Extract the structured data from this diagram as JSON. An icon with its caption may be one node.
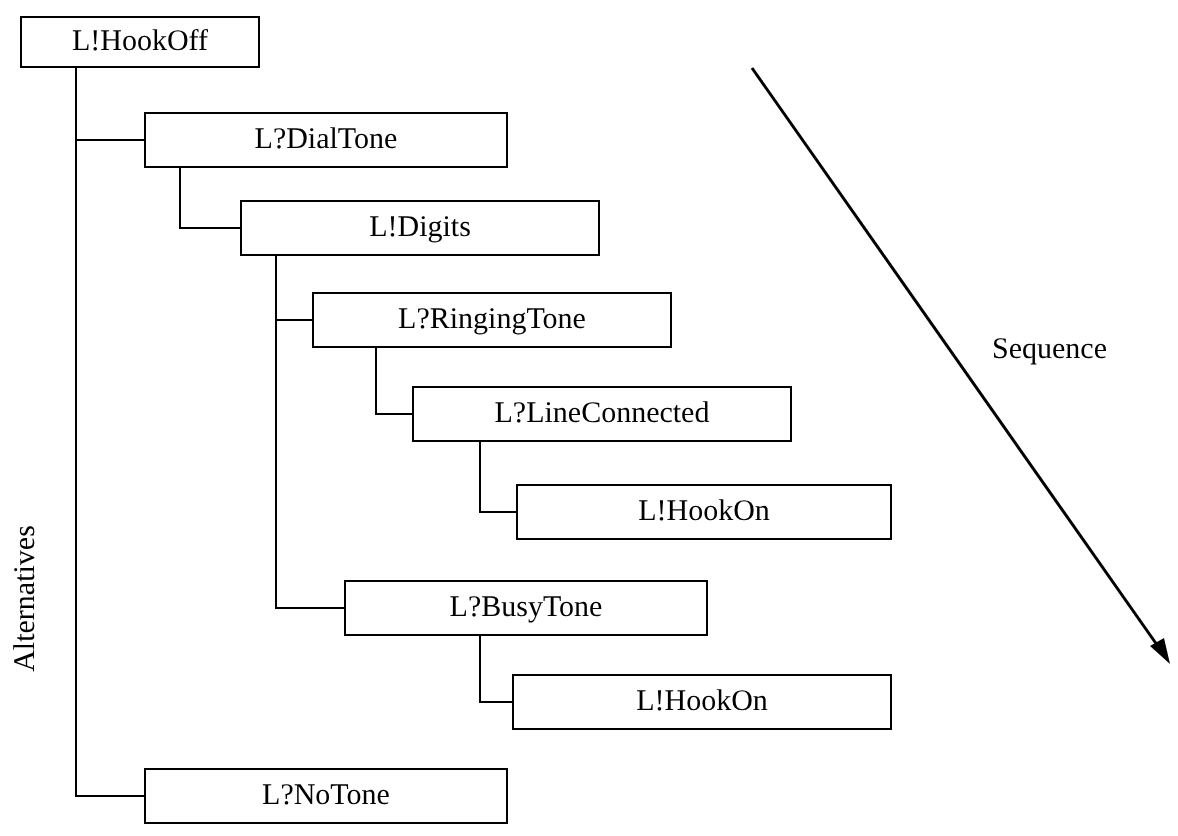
{
  "diagram": {
    "nodes": [
      {
        "text": [
          "L!HookOff"
        ]
      },
      {
        "text": [
          "L?DialTone"
        ]
      },
      {
        "text": [
          "L!Digits"
        ]
      },
      {
        "text": [
          "L?RingingTone"
        ]
      },
      {
        "text": [
          "L?LineConnected"
        ]
      },
      {
        "text": [
          "L!HookOn"
        ]
      },
      {
        "text": [
          "L?BusyTone"
        ]
      },
      {
        "text": [
          "L!HookOn"
        ]
      },
      {
        "text": [
          "L?NoTone"
        ]
      }
    ],
    "edges": [
      {
        "from": 0,
        "to": 1,
        "arrow": "none"
      },
      {
        "from": 0,
        "to": 8,
        "arrow": "none"
      },
      {
        "from": 1,
        "to": 2,
        "arrow": "none"
      },
      {
        "from": 2,
        "to": 3,
        "arrow": "none"
      },
      {
        "from": 2,
        "to": 6,
        "arrow": "none"
      },
      {
        "from": 3,
        "to": 4,
        "arrow": "none"
      },
      {
        "from": 4,
        "to": 5,
        "arrow": "none"
      },
      {
        "from": 6,
        "to": 7,
        "arrow": "none"
      }
    ],
    "labels": [
      "Alternatives",
      "Sequence"
    ]
  }
}
